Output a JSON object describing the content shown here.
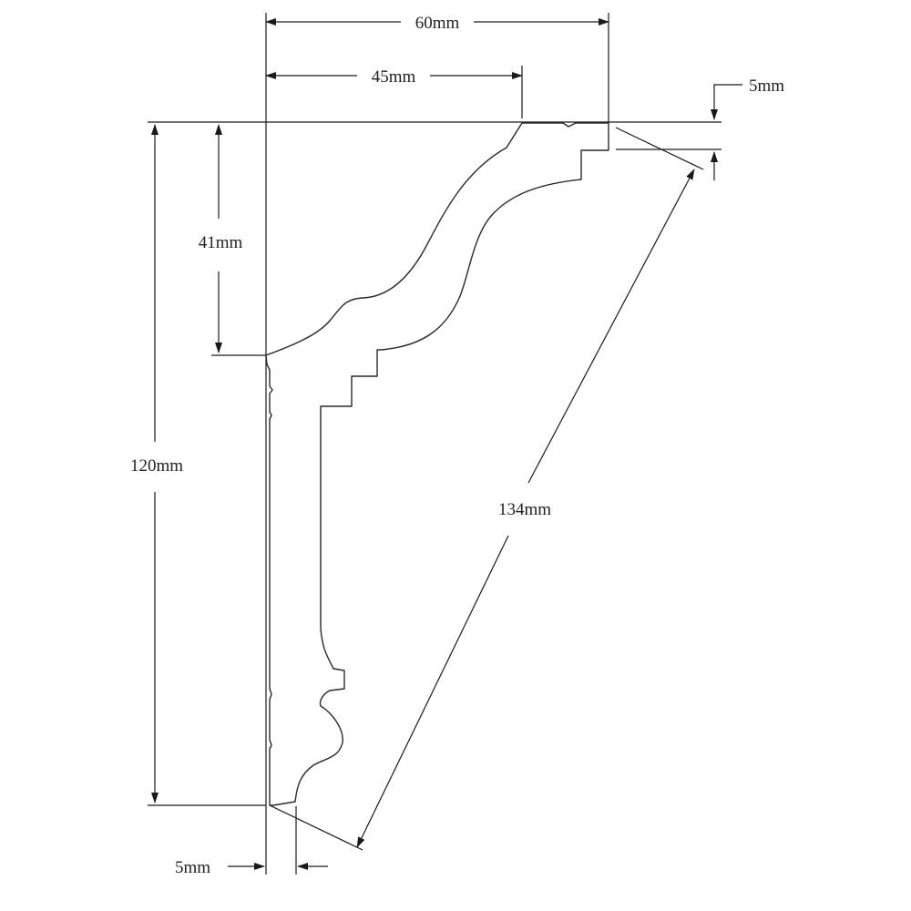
{
  "dimensions": {
    "width_total": "60mm",
    "width_partial": "45mm",
    "top_step": "5mm",
    "wall_drop": "41mm",
    "height_total": "120mm",
    "diagonal": "134mm",
    "bottom_step": "5mm"
  },
  "colors": {
    "line": "#1a1a1a",
    "background": "#ffffff"
  }
}
